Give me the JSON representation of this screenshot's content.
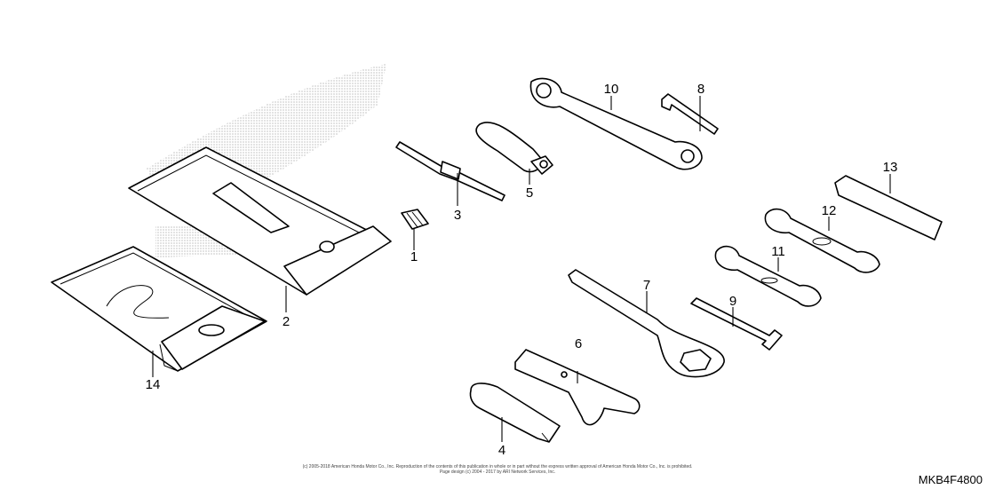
{
  "diagram": {
    "parts": [
      {
        "id": "part-1",
        "label": "1"
      },
      {
        "id": "part-2",
        "label": "2"
      },
      {
        "id": "part-3",
        "label": "3"
      },
      {
        "id": "part-4",
        "label": "4"
      },
      {
        "id": "part-5",
        "label": "5"
      },
      {
        "id": "part-6",
        "label": "6"
      },
      {
        "id": "part-7",
        "label": "7"
      },
      {
        "id": "part-8",
        "label": "8"
      },
      {
        "id": "part-9",
        "label": "9"
      },
      {
        "id": "part-10",
        "label": "10"
      },
      {
        "id": "part-11",
        "label": "11"
      },
      {
        "id": "part-12",
        "label": "12"
      },
      {
        "id": "part-13",
        "label": "13"
      },
      {
        "id": "part-14",
        "label": "14"
      }
    ],
    "copyright_line1": "(c) 2005-2018 American Honda Motor Co., Inc. Reproduction of the contents of this publication in whole or in part without the express written approval of American Honda Motor Co., Inc. is prohibited.",
    "copyright_line2": "Page design (c) 2004 - 2017 by ARI Network Services, Inc.",
    "diagram_code": "MKB4F4800"
  }
}
